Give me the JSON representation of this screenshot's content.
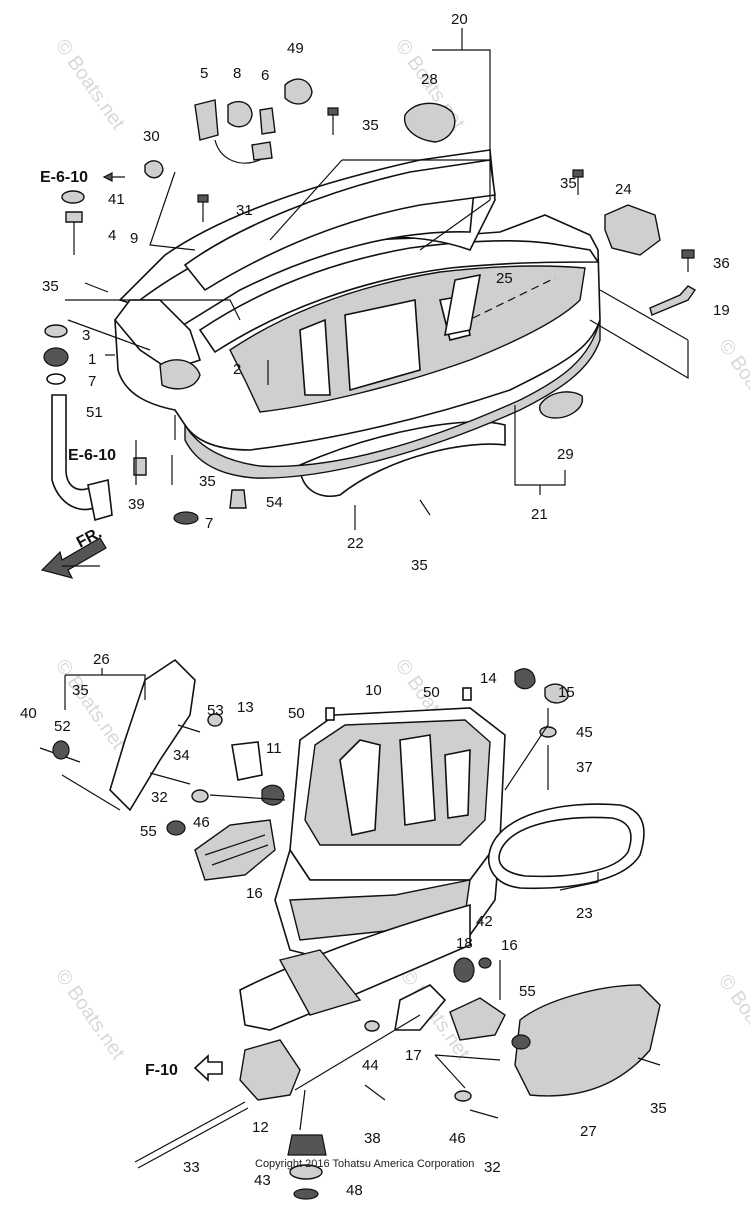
{
  "diagram": {
    "copyright": "Copyright 2016 Tohatsu America Corporation",
    "watermark": "© Boats.net",
    "ref_labels": {
      "e610_top": "E-6-10",
      "e610_mid": "E-6-10",
      "f10": "F-10",
      "front": "FR."
    },
    "top_callouts": [
      "20",
      "28",
      "49",
      "5",
      "8",
      "6",
      "30",
      "35",
      "41",
      "31",
      "4",
      "9",
      "35",
      "3",
      "1",
      "7",
      "2",
      "51",
      "39",
      "35",
      "54",
      "7",
      "22",
      "35",
      "21",
      "29",
      "25",
      "24",
      "35",
      "36",
      "19"
    ],
    "bottom_callouts": [
      "26",
      "35",
      "40",
      "52",
      "53",
      "13",
      "34",
      "11",
      "32",
      "46",
      "55",
      "16",
      "10",
      "50",
      "50",
      "14",
      "15",
      "45",
      "37",
      "23",
      "42",
      "18",
      "16",
      "55",
      "17",
      "44",
      "12",
      "43",
      "48",
      "33",
      "38",
      "46",
      "32",
      "27",
      "35"
    ]
  }
}
